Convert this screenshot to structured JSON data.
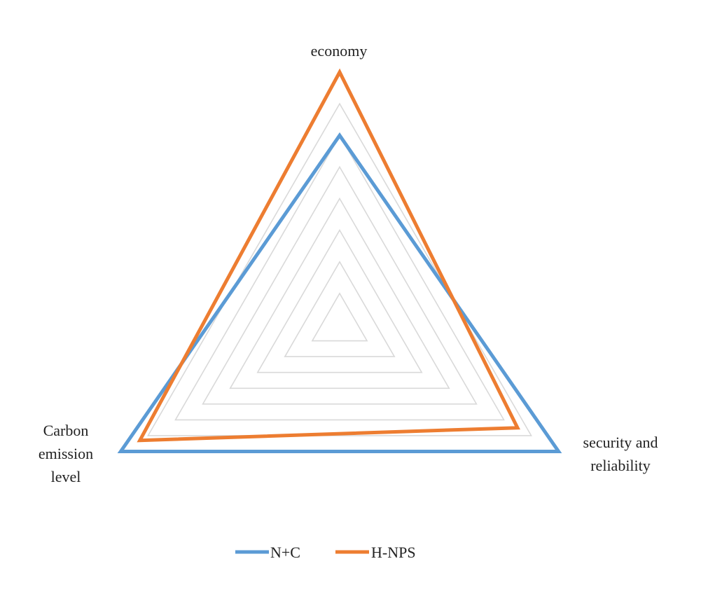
{
  "chart_data": {
    "type": "radar",
    "axes": [
      "economy",
      "security and reliability",
      "Carbon emission level"
    ],
    "axis_label_lines": [
      [
        "economy"
      ],
      [
        "security and",
        "reliability"
      ],
      [
        "Carbon",
        "emission",
        "level"
      ]
    ],
    "rmax": 8,
    "grid_levels": 7,
    "grid": true,
    "legend_position": "bottom",
    "series": [
      {
        "name": "N+C",
        "values": [
          6,
          8,
          8
        ],
        "color": "#5B9BD5"
      },
      {
        "name": "H-NPS",
        "values": [
          8,
          6.5,
          7.3
        ],
        "color": "#ED7D31"
      }
    ]
  }
}
